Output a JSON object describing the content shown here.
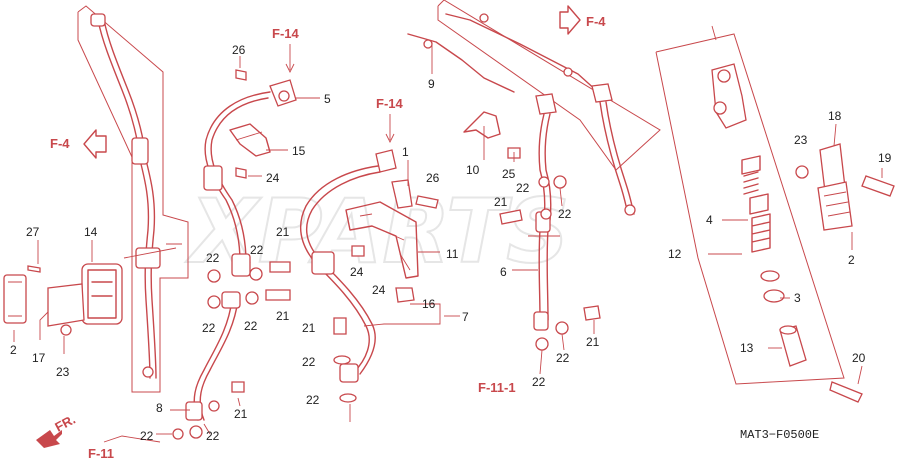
{
  "watermark": "XPARTS",
  "part_code": "MAT3−F0500E",
  "references": {
    "f4_left": "F-4",
    "f14_a": "F-14",
    "f14_b": "F-14",
    "f4_right": "F-4",
    "f11": "F-11",
    "f11_1": "F-11-1",
    "front": "FR."
  },
  "callouts": {
    "c26a": "26",
    "c5": "5",
    "c15": "15",
    "c24a": "24",
    "c9": "9",
    "c10": "10",
    "c25": "25",
    "c22a": "22",
    "c21a": "21",
    "c22b": "22",
    "c6": "6",
    "c21b": "21",
    "c22c": "22",
    "c22d": "22",
    "c27": "27",
    "c14": "14",
    "c2a": "2",
    "c17": "17",
    "c23a": "23",
    "c22e": "22",
    "c22f": "22",
    "c21c": "21",
    "c22g": "22",
    "c21d": "21",
    "c22h": "22",
    "c8": "8",
    "c21e": "21",
    "c22i": "22",
    "c1": "1",
    "c26b": "26",
    "c11": "11",
    "c24b": "24",
    "c24c": "24",
    "c16": "16",
    "c7": "7",
    "c21f": "21",
    "c22j": "22",
    "c22k": "22",
    "c18": "18",
    "c23b": "23",
    "c19": "19",
    "c4": "4",
    "c12": "12",
    "c2b": "2",
    "c3": "3",
    "c13": "13",
    "c20": "20"
  }
}
